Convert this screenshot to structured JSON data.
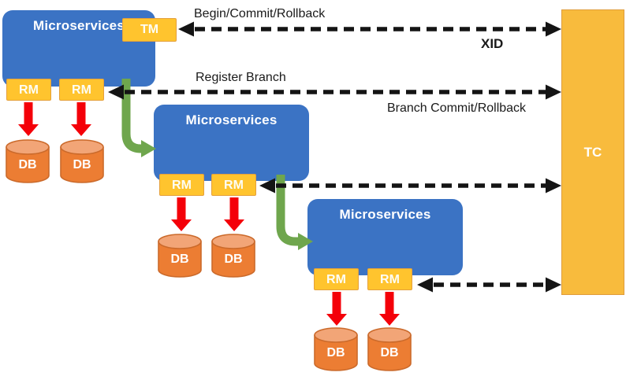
{
  "diagram": {
    "type": "distributed-transaction-architecture",
    "edges": {
      "begin_commit_rollback": "Begin/Commit/Rollback",
      "xid": "XID",
      "register_branch": "Register Branch",
      "branch_commit_rollback": "Branch Commit/Rollback"
    },
    "nodes": {
      "tc_label": "TC",
      "tm_label": "TM",
      "services": [
        {
          "title": "Microservices",
          "rms": [
            "RM",
            "RM"
          ],
          "dbs": [
            "DB",
            "DB"
          ]
        },
        {
          "title": "Microservices",
          "rms": [
            "RM",
            "RM"
          ],
          "dbs": [
            "DB",
            "DB"
          ]
        },
        {
          "title": "Microservices",
          "rms": [
            "RM",
            "RM"
          ],
          "dbs": [
            "DB",
            "DB"
          ]
        }
      ]
    },
    "colors": {
      "service_blue": "#3B73C4",
      "chip_yellow": "#FFC42E",
      "chip_border": "#E5A03C",
      "tc_fill": "#F8BB3D",
      "tc_border": "#DF9C3C",
      "db_body": "#EC7D33",
      "db_top": "#F2A577",
      "db_border": "#CB6A2B",
      "arrow_red": "#F40009",
      "arrow_green": "#6FA64D",
      "arrow_black": "#141414"
    }
  }
}
